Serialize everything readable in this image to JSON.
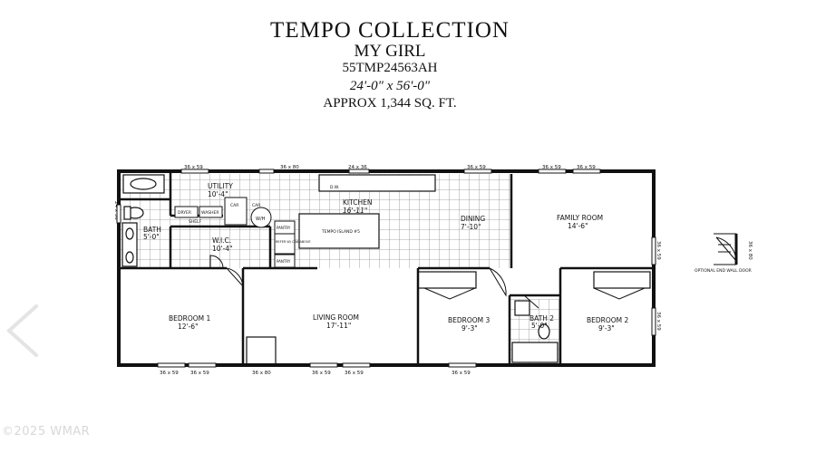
{
  "header": {
    "collection": "TEMPO COLLECTION",
    "model": "MY GIRL",
    "model_number": "55TMP24563AH",
    "dimensions": "24'-0\" x 56'-0\"",
    "area": "APPROX 1,344 SQ. FT."
  },
  "rooms": {
    "utility": {
      "name": "UTILITY",
      "size": "10'-4\""
    },
    "kitchen": {
      "name": "KITCHEN",
      "size": "16'-11\""
    },
    "dining": {
      "name": "DINING",
      "size": "7'-10\""
    },
    "family_room": {
      "name": "FAMILY ROOM",
      "size": "14'-6\""
    },
    "bath": {
      "name": "BATH",
      "size": "5'-0\""
    },
    "wic": {
      "name": "W.I.C.",
      "size": "10'-4\""
    },
    "bedroom1": {
      "name": "BEDROOM 1",
      "size": "12'-6\""
    },
    "living_room": {
      "name": "LIVING ROOM",
      "size": "17'-11\""
    },
    "bedroom3": {
      "name": "BEDROOM 3",
      "size": "9'-3\""
    },
    "bath2": {
      "name": "BATH 2",
      "size": "5'-0\""
    },
    "bedroom2": {
      "name": "BEDROOM 2",
      "size": "9'-3\""
    }
  },
  "fixtures": {
    "dryer": "DRYER",
    "washer": "WASHER",
    "shelf": "SHELF",
    "car1": "CAR",
    "car2": "CAR",
    "wh": "W/H",
    "pantry1": "PANTRY",
    "pantry2": "PANTRY",
    "refer": "REFER W/ CAB ABOVE",
    "island": "TEMPO ISLAND #5",
    "dw": "D.W."
  },
  "windows": {
    "top": [
      "36 x 59",
      "36 x 80",
      "24 x 36",
      "36 x 59",
      "36 x 59",
      "36 x 59"
    ],
    "bottom": [
      "36 x 59",
      "36 x 59",
      "36 x 80",
      "36 x 59",
      "36 x 59",
      "36 x 59"
    ],
    "left": "24 x 36",
    "right_upper": "36 x 59",
    "right_lower": "36 x 59"
  },
  "optional": {
    "label": "OPTIONAL END WALL DOOR",
    "size": "36 x 80"
  },
  "copyright": "©2025 WMAR",
  "colors": {
    "ink": "#111111",
    "grid": "#9a9a9a",
    "watermark": "#d8d8d8"
  }
}
